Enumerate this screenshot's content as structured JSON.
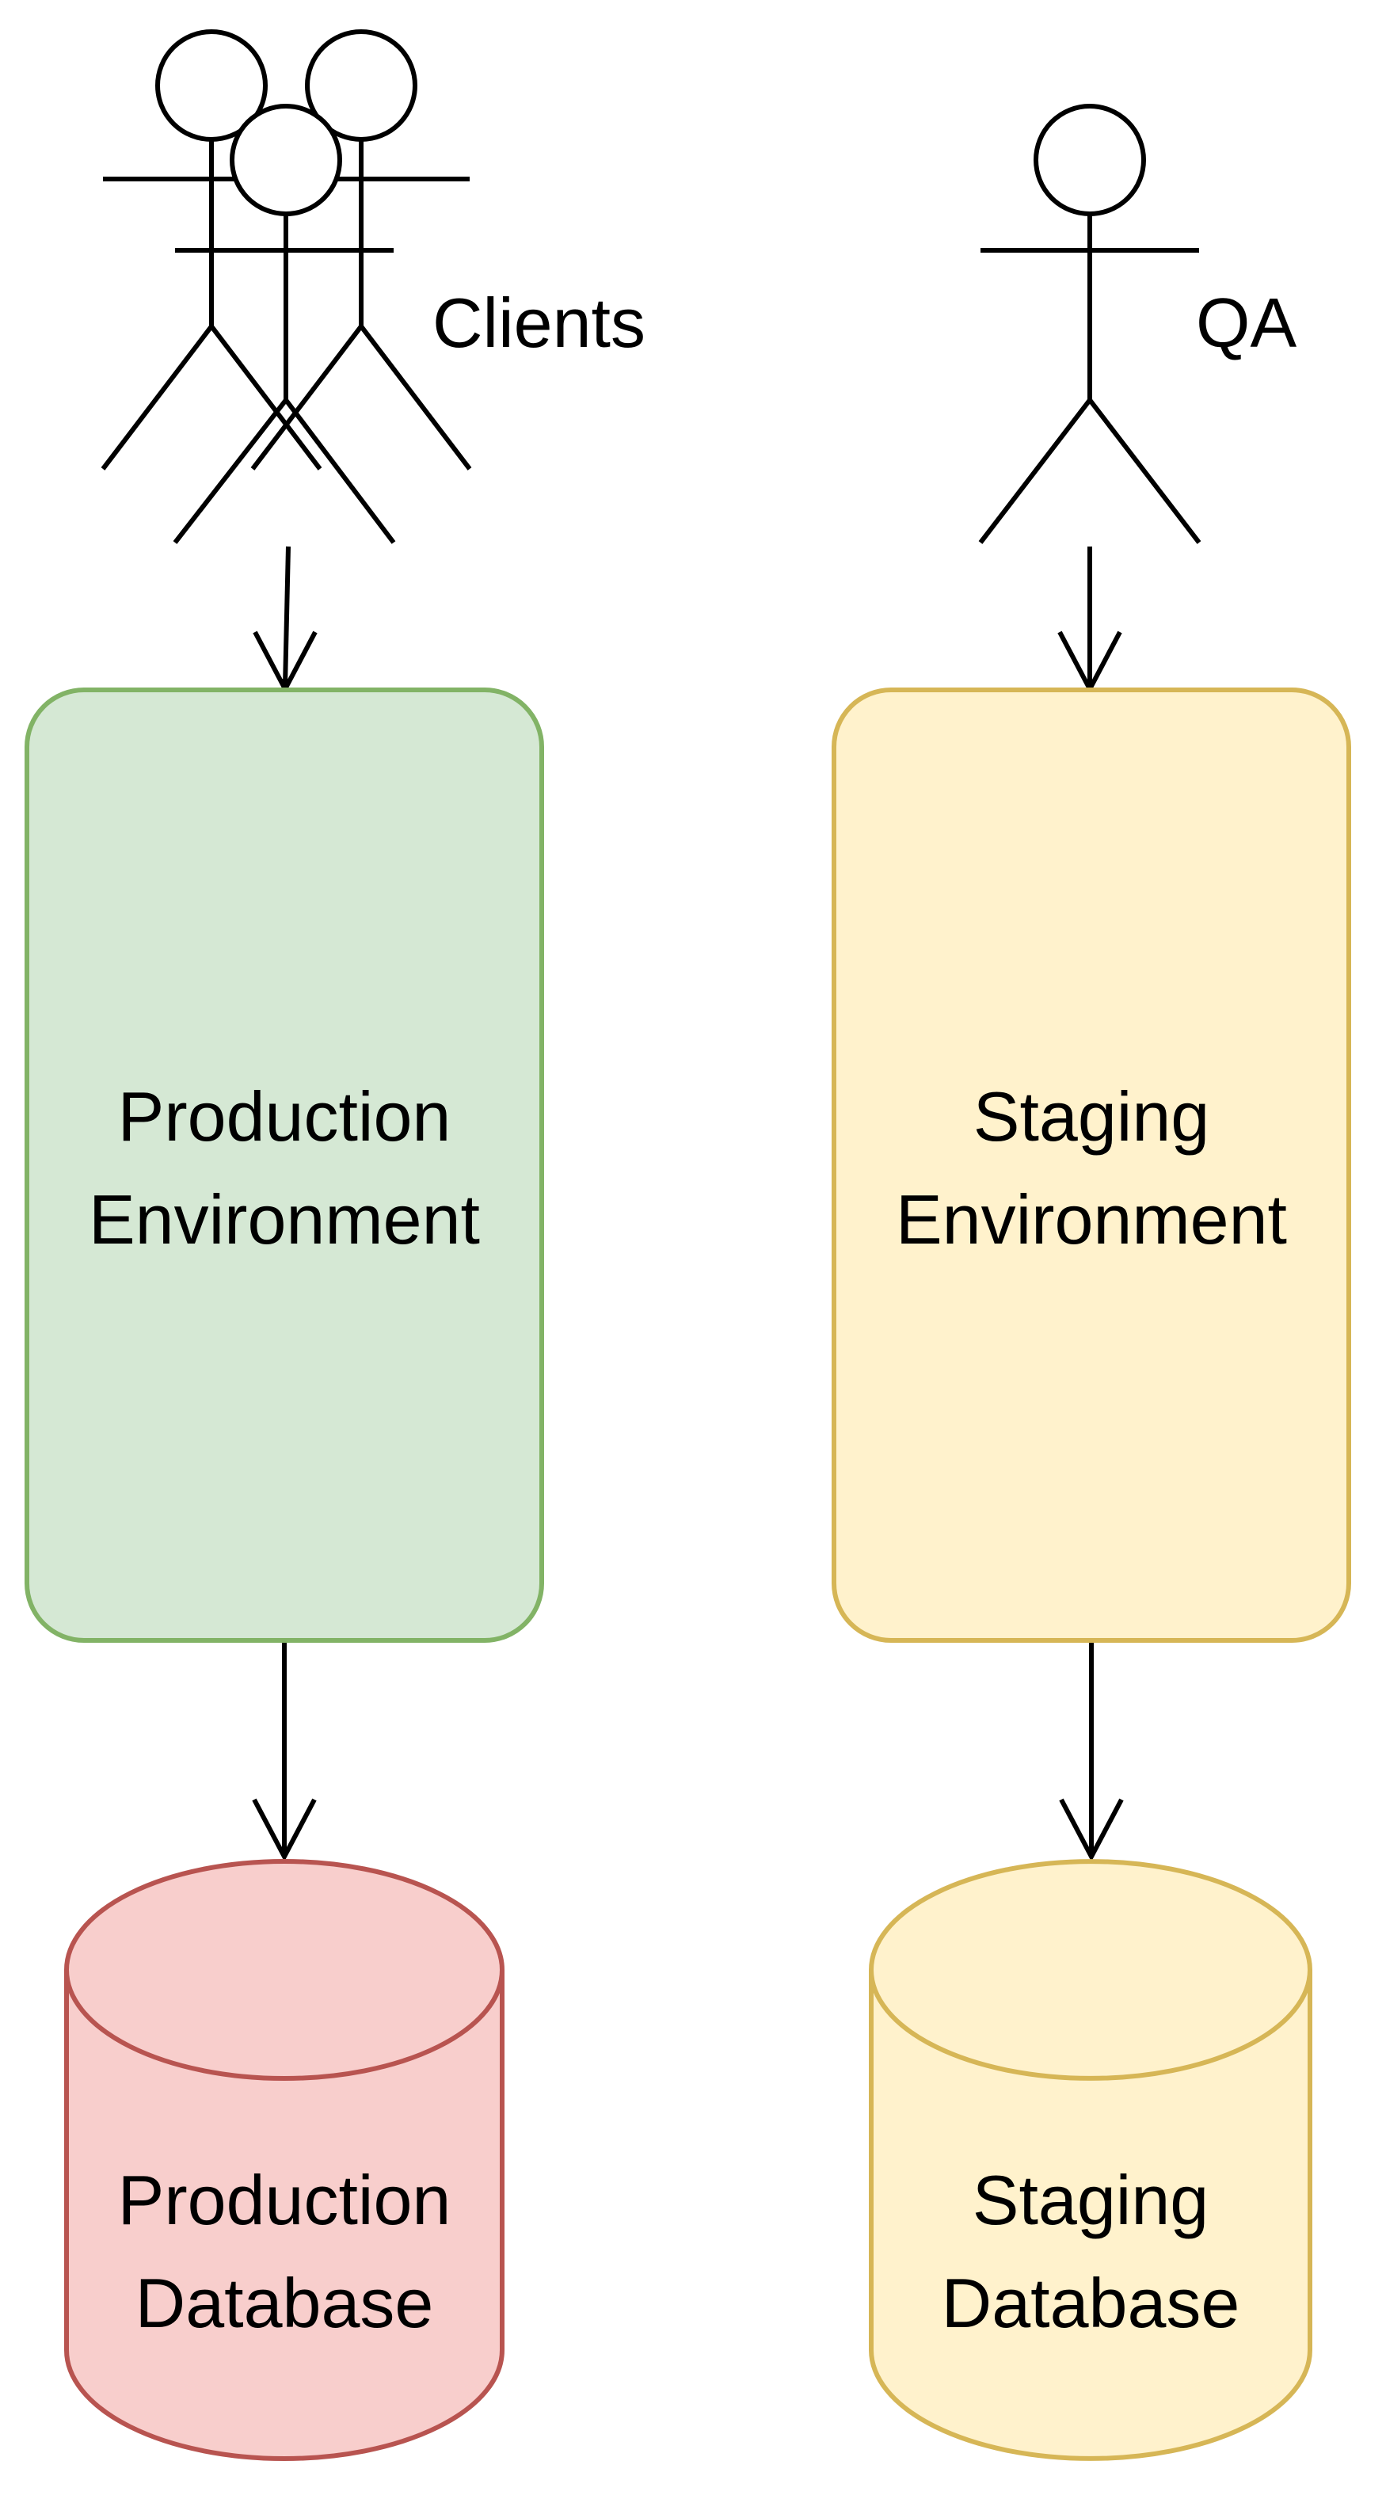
{
  "actors": {
    "clients": {
      "label": "Clients",
      "count": 3
    },
    "qa": {
      "label": "QA",
      "count": 1
    }
  },
  "environments": {
    "production": {
      "line1": "Production",
      "line2": "Environment",
      "fill": "#d5e8d4",
      "stroke": "#82b366"
    },
    "staging": {
      "line1": "Staging",
      "line2": "Environment",
      "fill": "#fff2cc",
      "stroke": "#d6b656"
    }
  },
  "databases": {
    "production": {
      "line1": "Production",
      "line2": "Database",
      "fill": "#f8cecc",
      "stroke": "#b85450"
    },
    "staging": {
      "line1": "Staging",
      "line2": "Database",
      "fill": "#fff2cc",
      "stroke": "#d6b656"
    }
  },
  "edges": [
    {
      "from": "Clients",
      "to": "Production Environment"
    },
    {
      "from": "QA",
      "to": "Staging Environment"
    },
    {
      "from": "Production Environment",
      "to": "Production Database"
    },
    {
      "from": "Staging Environment",
      "to": "Staging Database"
    }
  ]
}
